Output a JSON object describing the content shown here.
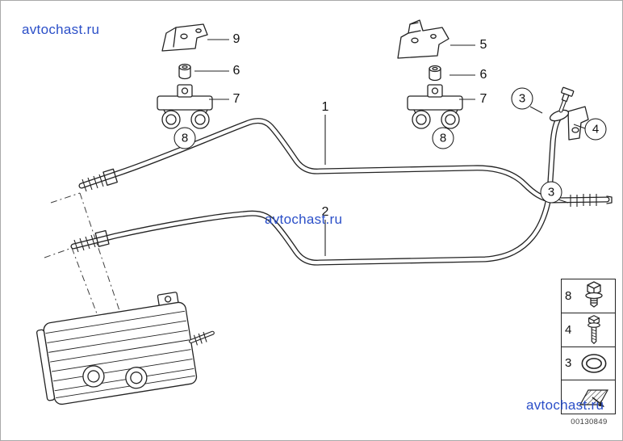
{
  "colors": {
    "background": "#ffffff",
    "frame": "#a9a9a9",
    "line": "#232323",
    "watermark": "#2b4fc8"
  },
  "watermarks": [
    {
      "text": "avtochast.ru",
      "position": "top-left"
    },
    {
      "text": "avtochast.ru",
      "position": "center"
    },
    {
      "text": "avtochast.ru",
      "position": "bottom-right"
    }
  ],
  "diagram": {
    "number": "00130849",
    "callouts": [
      {
        "label": "9",
        "style": "plain"
      },
      {
        "label": "6",
        "style": "plain"
      },
      {
        "label": "7",
        "style": "plain"
      },
      {
        "label": "8",
        "style": "circled"
      },
      {
        "label": "1",
        "style": "plain"
      },
      {
        "label": "5",
        "style": "plain"
      },
      {
        "label": "6",
        "style": "plain"
      },
      {
        "label": "7",
        "style": "plain"
      },
      {
        "label": "8",
        "style": "circled"
      },
      {
        "label": "3",
        "style": "circled"
      },
      {
        "label": "4",
        "style": "circled"
      },
      {
        "label": "3",
        "style": "circled"
      },
      {
        "label": "2",
        "style": "plain"
      }
    ],
    "legend": {
      "rows": [
        {
          "label": "8",
          "icon": "flange-bolt-icon"
        },
        {
          "label": "4",
          "icon": "hex-bolt-icon"
        },
        {
          "label": "3",
          "icon": "o-ring-icon"
        },
        {
          "label": "",
          "icon": "direction-hatch-icon"
        }
      ]
    }
  }
}
